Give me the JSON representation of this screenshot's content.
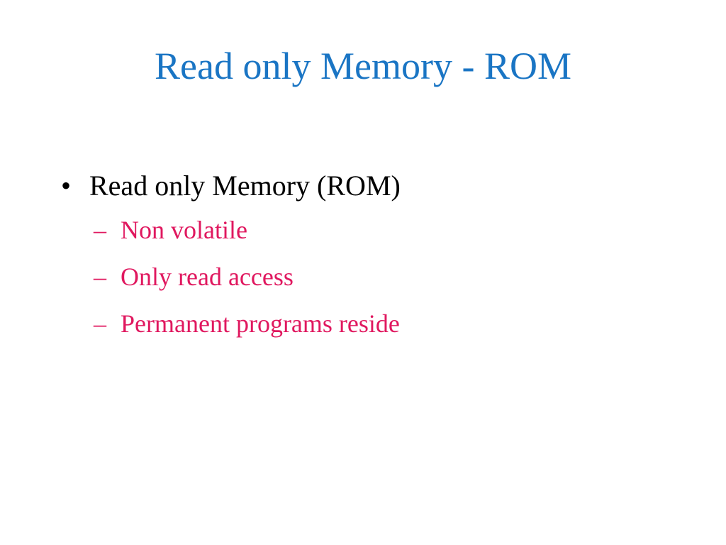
{
  "slide": {
    "title": "Read only Memory - ROM",
    "colors": {
      "title": "#1a75c4",
      "bullet_text": "#000000",
      "sub_bullet_text": "#e0185f"
    },
    "bullets": [
      {
        "marker": "•",
        "text": "Read only Memory (ROM)",
        "sub_items": [
          {
            "marker": "–",
            "text": "Non volatile"
          },
          {
            "marker": "–",
            "text": "Only read access"
          },
          {
            "marker": "–",
            "text": "Permanent programs reside"
          }
        ]
      }
    ]
  }
}
